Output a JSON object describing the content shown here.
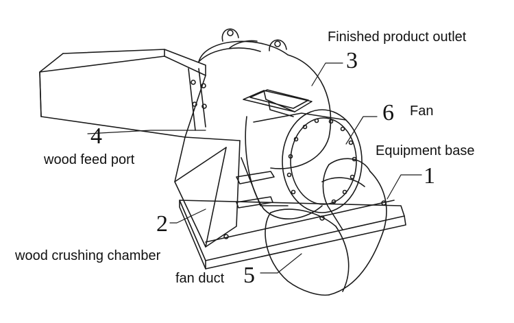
{
  "labels": {
    "product_outlet": "Finished product outlet",
    "fan": "Fan",
    "base": "Equipment base",
    "feed_port": "wood feed port",
    "crushing_chamber": "wood crushing chamber",
    "fan_duct": "fan duct"
  },
  "numbers": {
    "n1": "1",
    "n2": "2",
    "n3": "3",
    "n4": "4",
    "n5": "5",
    "n6": "6"
  }
}
